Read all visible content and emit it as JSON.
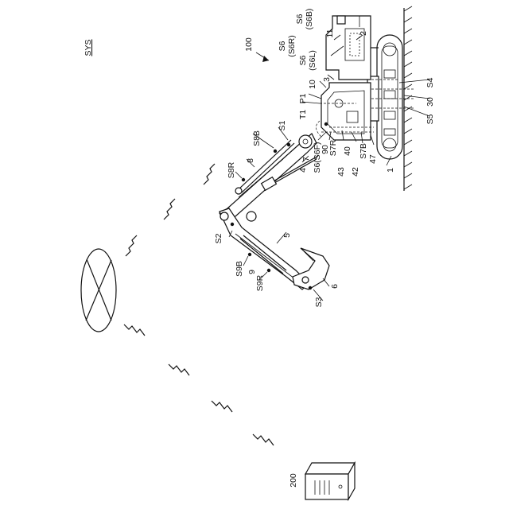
{
  "figure": {
    "system_label": "SYS",
    "labels": {
      "l100": "100",
      "l200": "200",
      "s6b_a": "S6",
      "s6b_b": "(S6B)",
      "s6r_a": "S6",
      "s6r_b": "(S6R)",
      "s6l_a": "S6",
      "s6l_b": "(S6L)",
      "l11": "11",
      "l2": "2",
      "l3": "3",
      "l10": "10",
      "p1": "P1",
      "t1": "T1",
      "s1": "S1",
      "s8b": "S8B",
      "l8": "8",
      "s8r": "S8R",
      "l7": "7",
      "l4": "4",
      "s6f": "S6(S6F)",
      "l90": "90",
      "s7r": "S7R",
      "l43": "43",
      "l40": "40",
      "l42": "42",
      "s7b": "S7B",
      "l47": "47",
      "l1": "1",
      "s4": "S4",
      "l30": "30",
      "s5": "S5",
      "s2": "S2",
      "l5": "5",
      "s9b": "S9B",
      "l9": "9",
      "s9r": "S9R",
      "l6": "6",
      "s3": "S3"
    }
  }
}
